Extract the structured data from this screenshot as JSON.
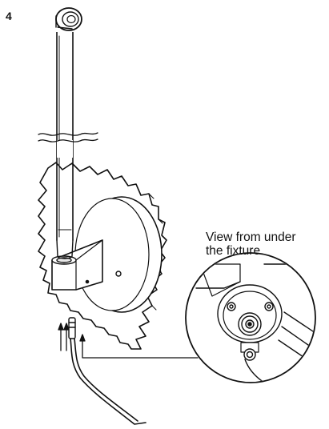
{
  "step": {
    "number": "4"
  },
  "callout": {
    "line1": "View from under",
    "line2": "the fixture"
  },
  "colors": {
    "line": "#111111",
    "background": "#ffffff",
    "shade": "#e8e8e8"
  },
  "icons": [
    "up-arrow-icon",
    "up-arrow-icon",
    "break-lines-icon"
  ]
}
